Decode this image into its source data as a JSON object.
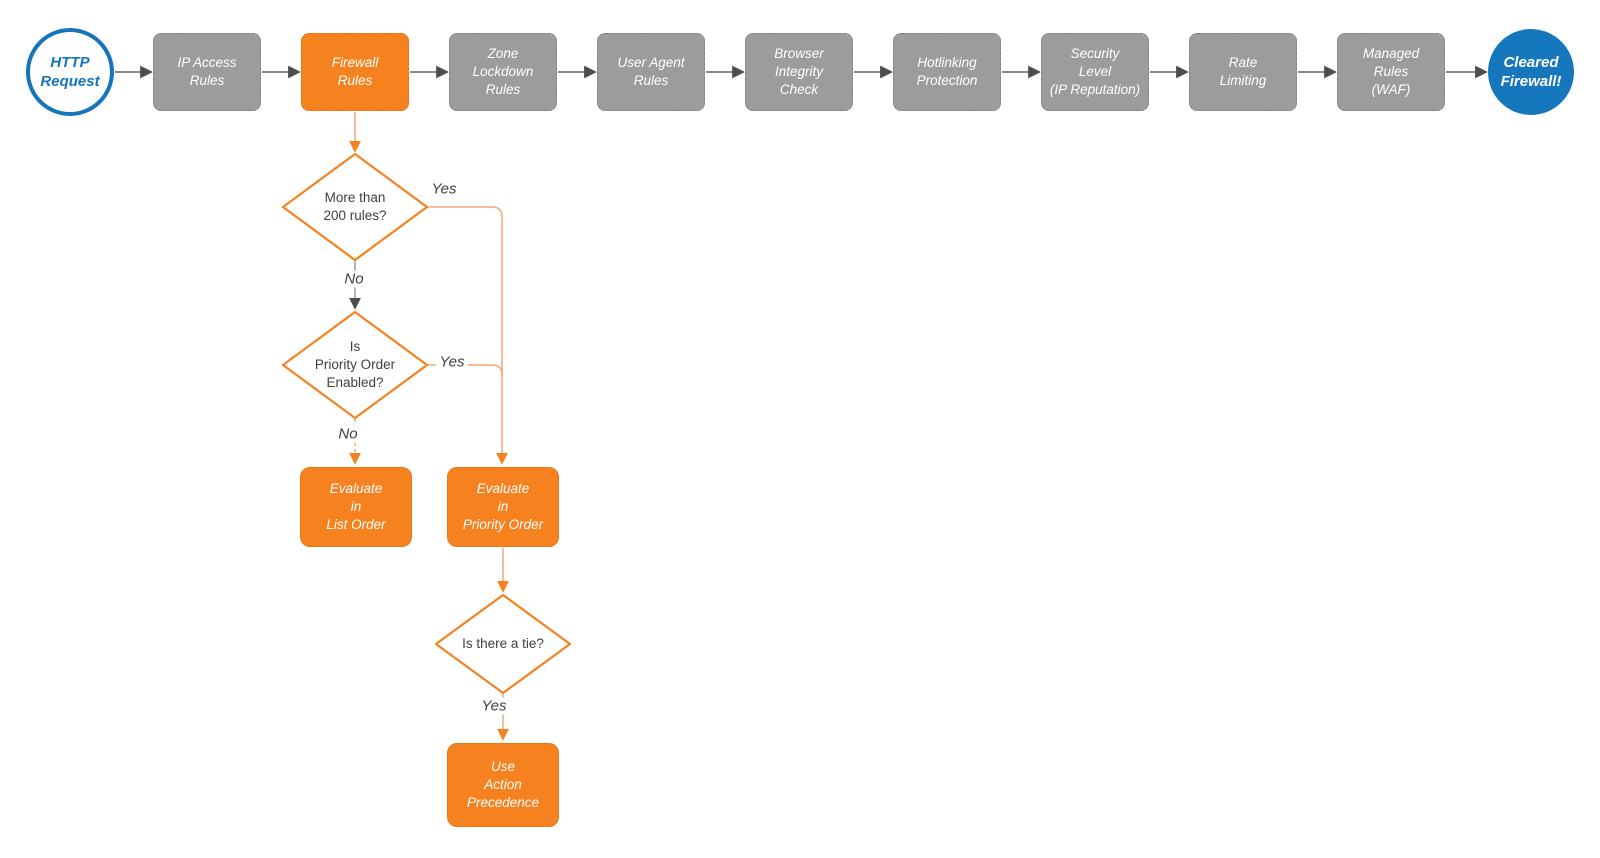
{
  "colors": {
    "orange_accent": "#F6821F",
    "orange_line": "#F5A678",
    "gray_node": "#9C9C9C",
    "gray_line": "#606060",
    "gray_arrowhead": "#4D4D4D",
    "blue_accent": "#1674BB",
    "blue_fill": "#1777BD",
    "text_dark": "#3F3F3F",
    "text_light": "#FFFFFF"
  },
  "flow": {
    "start_label": "HTTP\nRequest",
    "end_label": "Cleared\nFirewall!",
    "stages": [
      {
        "label": "IP Access\nRules"
      },
      {
        "label": "Firewall\nRules"
      },
      {
        "label": "Zone\nLockdown\nRules"
      },
      {
        "label": "User Agent\nRules"
      },
      {
        "label": "Browser\nIntegrity\nCheck"
      },
      {
        "label": "Hotlinking\nProtection"
      },
      {
        "label": "Security\nLevel\n(IP Reputation)"
      },
      {
        "label": "Rate\nLimiting"
      },
      {
        "label": "Managed\nRules\n(WAF)"
      }
    ],
    "decisions": [
      {
        "label": "More than\n200 rules?"
      },
      {
        "label": "Is\nPriority Order\nEnabled?"
      },
      {
        "label": "Is there a tie?"
      }
    ],
    "actions": [
      {
        "label": "Evaluate\nin\nList Order"
      },
      {
        "label": "Evaluate\nin\nPriority Order"
      },
      {
        "label": "Use\nAction\nPrecedence"
      }
    ],
    "edge_labels": {
      "decision1_yes": "Yes",
      "decision1_no": "No",
      "decision2_yes": "Yes",
      "decision2_no": "No",
      "decision3_yes": "Yes"
    }
  }
}
